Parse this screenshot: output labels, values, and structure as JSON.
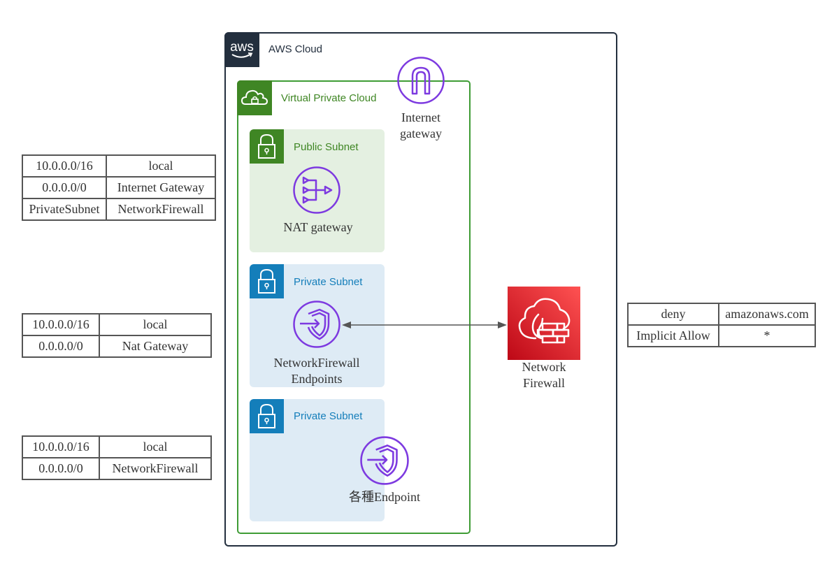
{
  "aws_cloud": {
    "title": "AWS Cloud",
    "logo_text": "aws",
    "icon": "aws-logo-icon"
  },
  "vpc": {
    "title": "Virtual Private Cloud",
    "icon": "cloud-lock-icon"
  },
  "internet_gateway": {
    "label_line1": "Internet",
    "label_line2": "gateway",
    "icon": "internet-gateway-icon"
  },
  "subnets": [
    {
      "title": "Public Subnet",
      "icon": "lock-icon",
      "service": {
        "label": "NAT gateway",
        "icon": "nat-gateway-icon"
      }
    },
    {
      "title": "Private Subnet",
      "icon": "lock-icon",
      "service": {
        "label_line1": "NetworkFirewall",
        "label_line2": "Endpoints",
        "icon": "network-firewall-endpoint-icon"
      }
    },
    {
      "title": "Private Subnet",
      "icon": "lock-icon",
      "service": {
        "label": "各種Endpoint",
        "icon": "vpc-endpoint-icon"
      }
    }
  ],
  "network_firewall": {
    "label_line1": "Network",
    "label_line2": "Firewall",
    "icon": "network-firewall-icon"
  },
  "connection": {
    "from": "NetworkFirewall Endpoints",
    "to": "Network Firewall",
    "direction": "bidirectional"
  },
  "route_tables": {
    "public": [
      [
        "10.0.0.0/16",
        "local"
      ],
      [
        "0.0.0.0/0",
        "Internet Gateway"
      ],
      [
        "PrivateSubnet",
        "NetworkFirewall"
      ]
    ],
    "private_firewall": [
      [
        "10.0.0.0/16",
        "local"
      ],
      [
        "0.0.0.0/0",
        "Nat Gateway"
      ]
    ],
    "private_endpoint": [
      [
        "10.0.0.0/16",
        "local"
      ],
      [
        "0.0.0.0/0",
        "NetworkFirewall"
      ]
    ]
  },
  "firewall_rules": [
    [
      "deny",
      "amazonaws.com"
    ],
    [
      "Implicit Allow",
      "*"
    ]
  ],
  "colors": {
    "aws_dark": "#232f3e",
    "vpc_green": "#3f8624",
    "public_subnet_bg": "#e4f0e1",
    "private_blue": "#147eba",
    "private_subnet_bg": "#deebf5",
    "service_purple": "#7d3ae0",
    "firewall_red": "#dd344c"
  }
}
